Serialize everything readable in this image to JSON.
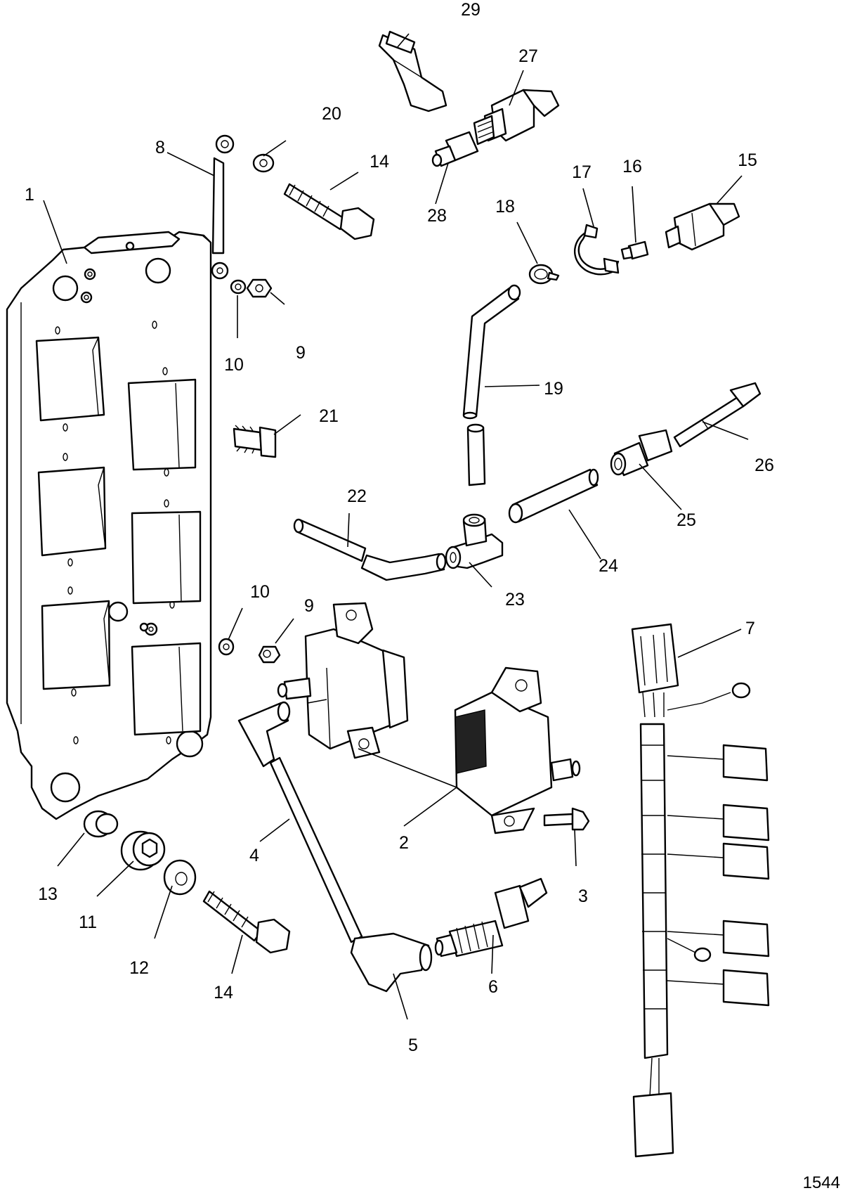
{
  "figure_number": "1544",
  "callouts": [
    {
      "id": "c1",
      "text": "1"
    },
    {
      "id": "c2",
      "text": "2"
    },
    {
      "id": "c3",
      "text": "3"
    },
    {
      "id": "c4",
      "text": "4"
    },
    {
      "id": "c5",
      "text": "5"
    },
    {
      "id": "c6",
      "text": "6"
    },
    {
      "id": "c7",
      "text": "7"
    },
    {
      "id": "c8",
      "text": "8"
    },
    {
      "id": "c9a",
      "text": "9"
    },
    {
      "id": "c9b",
      "text": "9"
    },
    {
      "id": "c10a",
      "text": "10"
    },
    {
      "id": "c10b",
      "text": "10"
    },
    {
      "id": "c11",
      "text": "11"
    },
    {
      "id": "c12",
      "text": "12"
    },
    {
      "id": "c13",
      "text": "13"
    },
    {
      "id": "c14a",
      "text": "14"
    },
    {
      "id": "c14b",
      "text": "14"
    },
    {
      "id": "c15",
      "text": "15"
    },
    {
      "id": "c16",
      "text": "16"
    },
    {
      "id": "c17",
      "text": "17"
    },
    {
      "id": "c18",
      "text": "18"
    },
    {
      "id": "c19",
      "text": "19"
    },
    {
      "id": "c20",
      "text": "20"
    },
    {
      "id": "c21",
      "text": "21"
    },
    {
      "id": "c22",
      "text": "22"
    },
    {
      "id": "c23",
      "text": "23"
    },
    {
      "id": "c24",
      "text": "24"
    },
    {
      "id": "c25",
      "text": "25"
    },
    {
      "id": "c26",
      "text": "26"
    },
    {
      "id": "c27",
      "text": "27"
    },
    {
      "id": "c28",
      "text": "28"
    },
    {
      "id": "c29",
      "text": "29"
    }
  ]
}
